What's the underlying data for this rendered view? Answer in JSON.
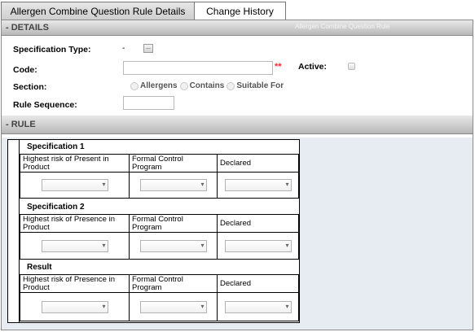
{
  "tabs": [
    {
      "label": "Allergen Combine Question Rule Details",
      "active": true
    },
    {
      "label": "Change History",
      "active": false
    }
  ],
  "details": {
    "header": "- DETAILS",
    "ghost_text": "Allergen Combine Question Rule",
    "spec_type_label": "Specification Type:",
    "spec_type_value": "-",
    "picker_label": "...",
    "code_label": "Code:",
    "code_value": "",
    "required_mark": "**",
    "active_label": "Active:",
    "section_label": "Section:",
    "section_options": [
      "Allergens",
      "Contains",
      "Suitable For"
    ],
    "rule_sequence_label": "Rule Sequence:",
    "rule_sequence_value": ""
  },
  "rule": {
    "header": "- RULE",
    "blocks": [
      {
        "title": "Specification 1",
        "columns": [
          "Highest risk of Present in Product",
          "Formal Control Program",
          "Declared"
        ]
      },
      {
        "title": "Specification 2",
        "columns": [
          "Highest risk of Presence in Product",
          "Formal Control Program",
          "Declared"
        ]
      },
      {
        "title": "Result",
        "columns": [
          "Highest risk of Presence in Product",
          "Formal Control Program",
          "Declared"
        ]
      }
    ]
  },
  "colors": {
    "header_gradient_top": "#e8e8e8",
    "header_gradient_bottom": "#b8b8b8",
    "rule_panel_bg": "#e6ecf2",
    "required": "#ff2a2a"
  }
}
